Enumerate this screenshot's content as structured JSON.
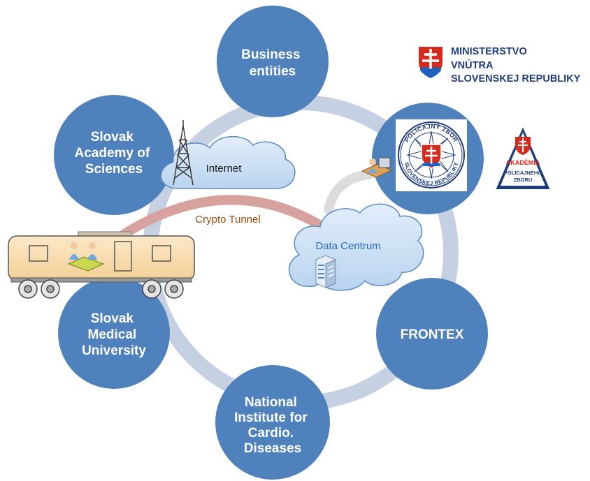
{
  "nodes": {
    "business": [
      "Business",
      "entities"
    ],
    "academy": [
      "Slovak",
      "Academy of",
      "Sciences"
    ],
    "medical": [
      "Slovak",
      "Medical",
      "University"
    ],
    "cardio": [
      "National",
      "Institute for",
      "Cardio.",
      "Diseases"
    ],
    "frontex": [
      "FRONTEX"
    ]
  },
  "clouds": {
    "internet": "Internet",
    "data_centrum": "Data Centrum"
  },
  "tunnel_label": "Crypto Tunnel",
  "ministry_logo": {
    "lines": [
      "MINISTERSTVO",
      "VNÚTRA",
      "SLOVENSKEJ REPUBLIKY"
    ]
  },
  "police_logo": {
    "ring_text": [
      "POLICAJNÝ ZBOR",
      "SLOVENSKEJ REPUBLIKY"
    ]
  },
  "academy_logo": {
    "lines": [
      "AKADÉMIA",
      "POLICAJNÉHO",
      "ZBORU"
    ]
  },
  "colors": {
    "node_fill": "#4f81bd",
    "ring": "#c5d0e3",
    "tunnel": "#d7a29d",
    "tunnel_label": "#984807",
    "cloud_fill": "#cfe3f5",
    "cloud_stroke": "#5b8bc2",
    "data_centrum_text": "#2f6bb3",
    "ministry_text": "#1f3d7a",
    "ministry_red": "#d52b1e",
    "train_body": "#f9e0b8"
  },
  "icons": [
    "antenna-tower-icon",
    "server-rack-icon",
    "workstation-user-icon",
    "meeting-people-icon"
  ]
}
